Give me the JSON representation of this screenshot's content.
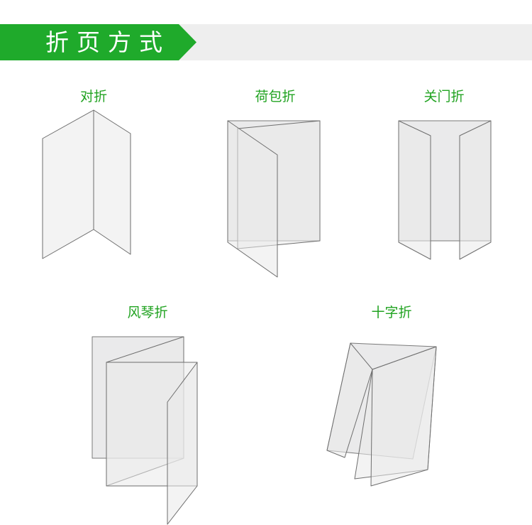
{
  "header": {
    "title": "折页方式",
    "accent": "#1faa2b"
  },
  "folds": [
    {
      "label": "对折",
      "icon": "bifold-icon"
    },
    {
      "label": "荷包折",
      "icon": "roll-fold-icon"
    },
    {
      "label": "关门折",
      "icon": "gate-fold-icon"
    },
    {
      "label": "风琴折",
      "icon": "accordion-fold-icon"
    },
    {
      "label": "十字折",
      "icon": "cross-fold-icon"
    }
  ],
  "colors": {
    "label": "#21a321",
    "paper": "#e9e9ea",
    "edge": "#6e6e6e"
  }
}
